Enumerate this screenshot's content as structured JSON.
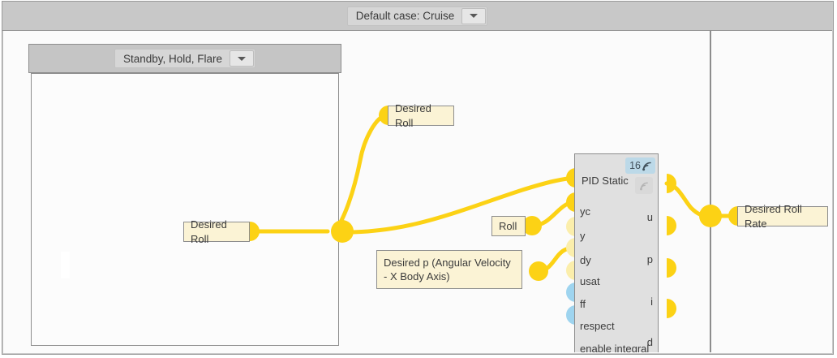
{
  "window": {
    "header": {
      "case_selector": {
        "label": "Default case: Cruise",
        "arrow_icon": "chevron-down-icon"
      }
    }
  },
  "subpanel": {
    "selector": {
      "label": "Standby, Hold, Flare",
      "arrow_icon": "chevron-down-icon"
    }
  },
  "notes": [
    {
      "id": "desired-roll-left",
      "text": "Desired Roll"
    },
    {
      "id": "desired-roll-upper",
      "text": "Desired Roll"
    },
    {
      "id": "roll",
      "text": "Roll"
    },
    {
      "id": "desired-p",
      "text": "Desired p (Angular Velocity\n- X Body Axis)"
    },
    {
      "id": "desired-roll-rate",
      "text": "Desired Roll Rate"
    }
  ],
  "pid_block": {
    "title": "PID Static",
    "badge": {
      "count": "16",
      "icon": "signal-icon"
    },
    "secondary_icon": "signal-icon-disabled",
    "inputs": [
      {
        "name": "yc",
        "type": "real",
        "connected": true
      },
      {
        "name": "y",
        "type": "real",
        "connected": true
      },
      {
        "name": "dy",
        "type": "real",
        "connected": false
      },
      {
        "name": "usat",
        "type": "real",
        "connected": true
      },
      {
        "name": "ff",
        "type": "real",
        "connected": false
      },
      {
        "name": "respect",
        "type": "boolean",
        "connected": false
      },
      {
        "name": "enable integral",
        "type": "boolean",
        "connected": false
      }
    ],
    "outputs": [
      {
        "name": "u",
        "type": "real",
        "connected": true
      },
      {
        "name": "p",
        "type": "real",
        "connected": false
      },
      {
        "name": "i",
        "type": "real",
        "connected": false
      },
      {
        "name": "d",
        "type": "real",
        "connected": false
      }
    ]
  },
  "colors": {
    "wire": "#fcd215",
    "port_real": "#fcd215",
    "port_real_unconnected": "#fbeeab",
    "port_boolean": "#9ed4ef",
    "note_bg": "#fbf3d5",
    "block_bg": "#e0e0e0",
    "header_bg": "#c8c8c8",
    "badge_bg": "#bcd9e8"
  }
}
